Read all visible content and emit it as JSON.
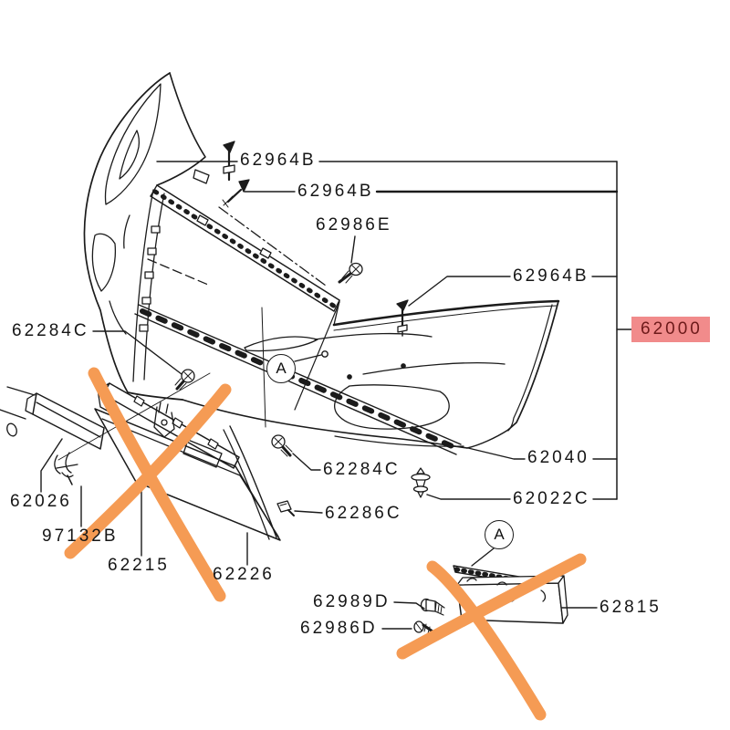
{
  "diagram": {
    "type": "exploded-parts-diagram",
    "subject": "front-bumper-assembly",
    "colors": {
      "line": "#1b1b1b",
      "background": "#ffffff",
      "highlight_bg": "#f18b8b",
      "highlight_text": "#6d1a1a",
      "cross_mark": "#f59b54"
    },
    "parts": [
      {
        "id": "62964B-1",
        "label": "62964B",
        "highlighted": false
      },
      {
        "id": "62964B-2",
        "label": "62964B",
        "highlighted": false
      },
      {
        "id": "62986E",
        "label": "62986E",
        "highlighted": false
      },
      {
        "id": "62964B-3",
        "label": "62964B",
        "highlighted": false
      },
      {
        "id": "62284C-1",
        "label": "62284C",
        "highlighted": false
      },
      {
        "id": "62000",
        "label": "62000",
        "highlighted": true
      },
      {
        "id": "62040",
        "label": "62040",
        "highlighted": false
      },
      {
        "id": "62284C-2",
        "label": "62284C",
        "highlighted": false
      },
      {
        "id": "62022C",
        "label": "62022C",
        "highlighted": false
      },
      {
        "id": "62026",
        "label": "62026",
        "highlighted": false
      },
      {
        "id": "62286C",
        "label": "62286C",
        "highlighted": false
      },
      {
        "id": "97132B",
        "label": "97132B",
        "highlighted": false
      },
      {
        "id": "62215",
        "label": "62215",
        "highlighted": false
      },
      {
        "id": "62226",
        "label": "62226",
        "highlighted": false
      },
      {
        "id": "62989D",
        "label": "62989D",
        "highlighted": false
      },
      {
        "id": "62986D",
        "label": "62986D",
        "highlighted": false
      },
      {
        "id": "62815",
        "label": "62815",
        "highlighted": false
      }
    ],
    "callouts": [
      {
        "letter": "A",
        "location": "bumper-center"
      },
      {
        "letter": "A",
        "location": "license-plate-bracket"
      }
    ],
    "cross_marks": [
      {
        "target": "front-grille-assembly"
      },
      {
        "target": "license-plate-bracket"
      }
    ]
  }
}
